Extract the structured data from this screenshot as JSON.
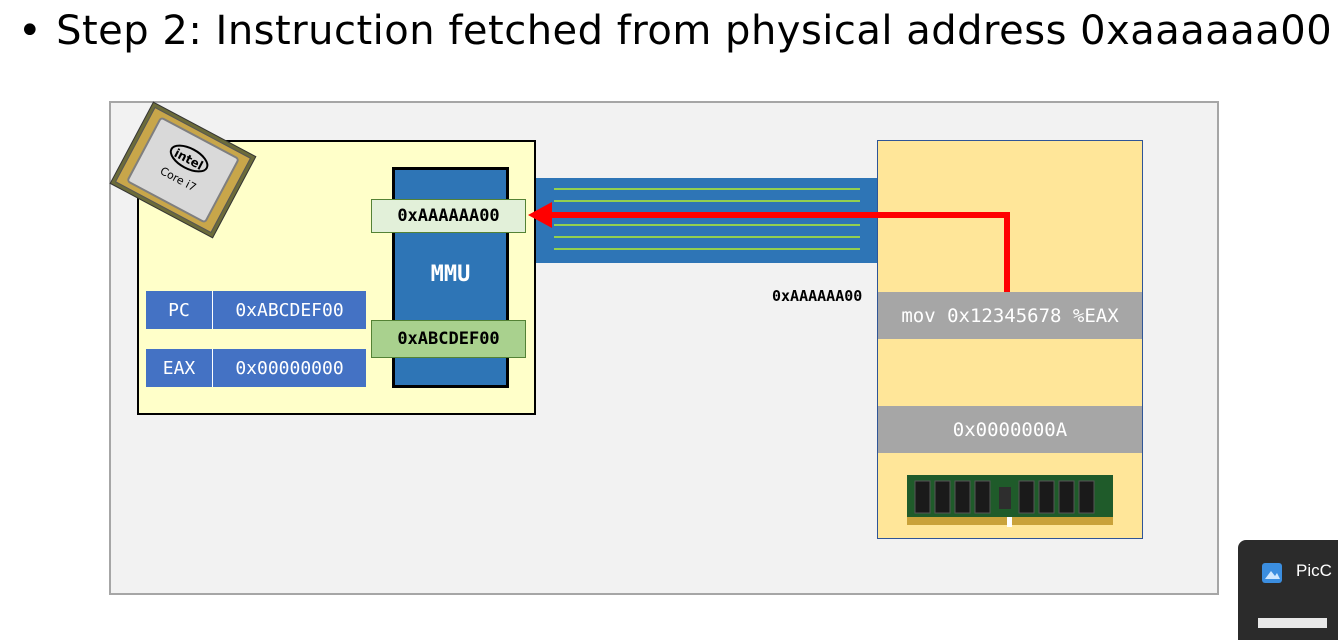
{
  "slide": {
    "bullet": "•",
    "title": "Step 2: Instruction fetched from physical address 0xaaaaaa00"
  },
  "cpu": {
    "chip_icon": "intel-core-i7-chip",
    "chip_brand": "intel",
    "chip_model": "Core i7",
    "mmu_label": "MMU",
    "mmu_top_value": "0xAAAAAA00",
    "mmu_bottom_value": "0xABCDEF00",
    "registers": [
      {
        "name": "PC",
        "value": "0xABCDEF00"
      },
      {
        "name": "EAX",
        "value": "0x00000000"
      }
    ]
  },
  "memory": {
    "address_label": "0xAAAAAA00",
    "instruction": "mov 0x12345678 %EAX",
    "data_value": "0x0000000A",
    "ram_icon": "ram-module-icon"
  },
  "colors": {
    "cpu_bg": "#ffffc9",
    "mmu": "#2e75b6",
    "register": "#4472c4",
    "memory_bg": "#ffe699",
    "arrow": "#ff0000",
    "bus_lines": "#92d050"
  },
  "popup": {
    "text": "PicC",
    "icon": "app-icon"
  }
}
